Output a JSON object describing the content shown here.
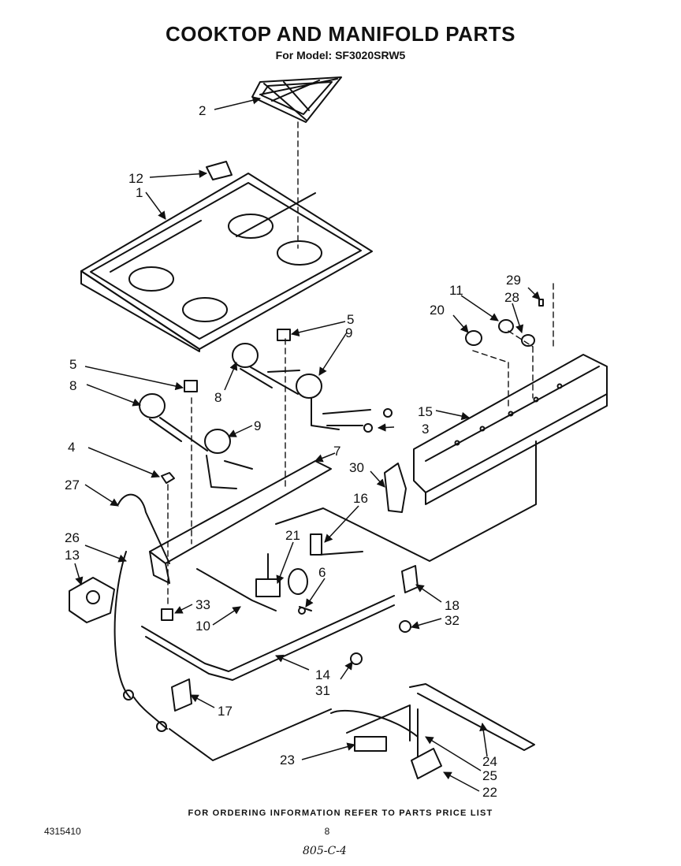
{
  "header": {
    "title": "COOKTOP AND MANIFOLD PARTS",
    "subtitle": "For Model: SF3020SRW5"
  },
  "footer": {
    "ordering_note": "FOR ORDERING INFORMATION REFER TO PARTS PRICE LIST",
    "document_number": "4315410",
    "page_number": "8",
    "handwritten_note": "805-C-4"
  },
  "callouts": {
    "p1": "1",
    "p2": "2",
    "p3": "3",
    "p4": "4",
    "p5a": "5",
    "p5b": "5",
    "p6": "6",
    "p7": "7",
    "p8a": "8",
    "p8b": "8",
    "p9a": "9",
    "p9b": "9",
    "p10": "10",
    "p11": "11",
    "p12": "12",
    "p13": "13",
    "p14": "14",
    "p15": "15",
    "p16": "16",
    "p17": "17",
    "p18": "18",
    "p20": "20",
    "p21": "21",
    "p22": "22",
    "p23": "23",
    "p24": "24",
    "p25": "25",
    "p26": "26",
    "p27": "27",
    "p28": "28",
    "p29": "29",
    "p30": "30",
    "p31": "31",
    "p32": "32",
    "p33": "33"
  }
}
